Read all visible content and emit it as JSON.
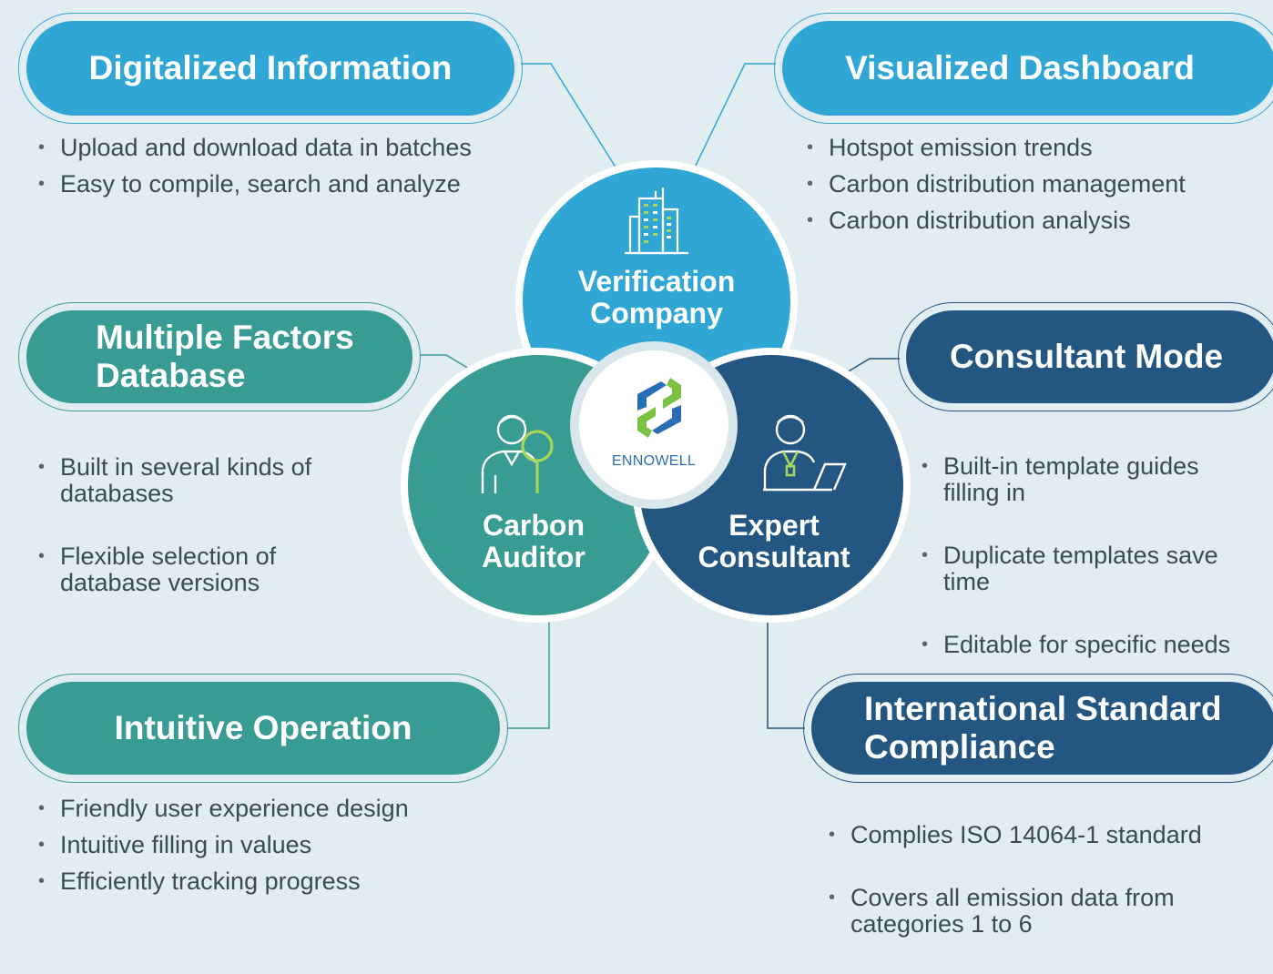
{
  "features": {
    "digitalized": {
      "title": "Digitalized Information",
      "bullets": [
        "Upload and download data in batches",
        "Easy to compile, search and analyze"
      ]
    },
    "dashboard": {
      "title": "Visualized Dashboard",
      "bullets": [
        "Hotspot emission trends",
        "Carbon distribution management",
        "Carbon distribution analysis"
      ]
    },
    "factors": {
      "title": "Multiple Factors\nDatabase",
      "bullets": [
        "Built in several kinds of\ndatabases",
        "Flexible selection of\ndatabase versions"
      ]
    },
    "consultant_mode": {
      "title": "Consultant Mode",
      "bullets": [
        "Built-in template guides\nfilling in",
        "Duplicate templates save\ntime",
        "Editable for specific needs"
      ]
    },
    "intuitive": {
      "title": "Intuitive Operation",
      "bullets": [
        "Friendly user experience design",
        "Intuitive filling in values",
        "Efficiently tracking progress"
      ]
    },
    "standard": {
      "title": "International Standard\nCompliance",
      "bullets": [
        "Complies ISO 14064-1 standard",
        "Covers all emission data from\ncategories 1 to 6"
      ]
    }
  },
  "roles": {
    "verification": {
      "label": "Verification\nCompany",
      "icon": "building-icon"
    },
    "auditor": {
      "label": "Carbon\nAuditor",
      "icon": "magnifier-person-icon"
    },
    "expert": {
      "label": "Expert\nConsultant",
      "icon": "laptop-person-icon"
    }
  },
  "logo": {
    "text": "ENNOWELL",
    "icon": "ennowell-logo-icon"
  },
  "colors": {
    "light_blue": "#30a6d5",
    "teal": "#389b94",
    "navy": "#235782",
    "background": "#e1edf1",
    "logo_green": "#7cc242",
    "logo_blue": "#2a6fb6"
  }
}
